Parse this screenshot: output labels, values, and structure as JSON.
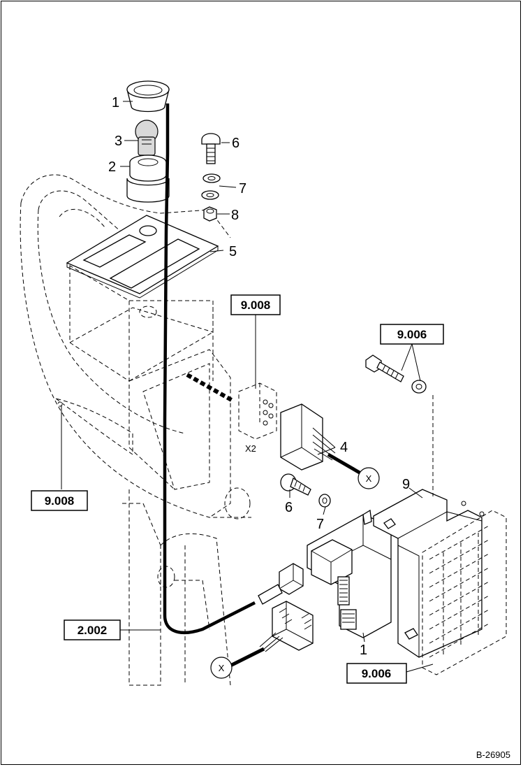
{
  "callouts": {
    "c1_top": "1",
    "c3": "3",
    "c2": "2",
    "c6_top": "6",
    "c7_top": "7",
    "c8": "8",
    "c5": "5",
    "c4": "4",
    "c6_mid": "6",
    "c7_mid": "7",
    "c9": "9",
    "c1_bottom": "1"
  },
  "reference_boxes": {
    "ref_9008_top": "9.008",
    "ref_9006_top": "9.006",
    "ref_9008_left": "9.008",
    "ref_2002": "2.002",
    "ref_9006_bottom": "9.006"
  },
  "connector_labels": {
    "x2": "X2",
    "x_right": "X",
    "x_bottom": "X"
  },
  "figure_id": "B-26905"
}
